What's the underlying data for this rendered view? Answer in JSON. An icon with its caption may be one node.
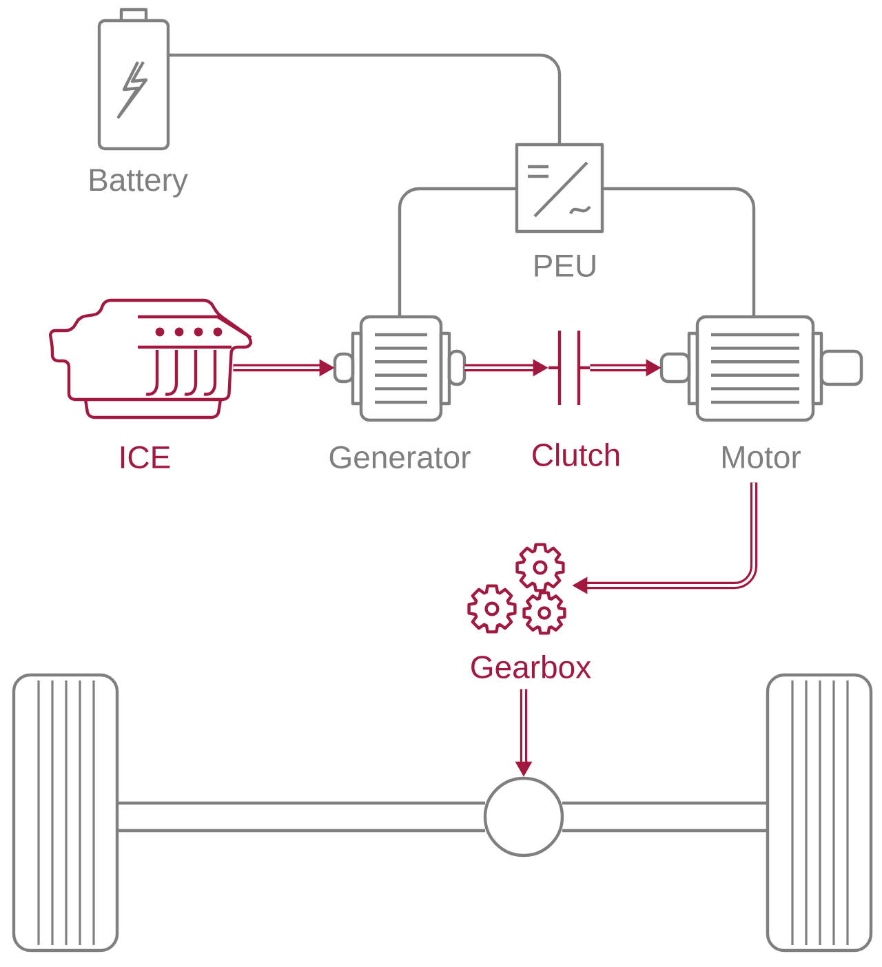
{
  "diagram": {
    "nodes": [
      {
        "text": [
          "Battery"
        ]
      },
      {
        "text": [
          "PEU"
        ]
      },
      {
        "text": [
          "ICE"
        ]
      },
      {
        "text": [
          "Generator"
        ]
      },
      {
        "text": [
          "Clutch"
        ]
      },
      {
        "text": [
          "Motor"
        ]
      },
      {
        "text": [
          "Gearbox"
        ]
      },
      {
        "text": [],
        "shape": "circle"
      }
    ],
    "edges": [
      {
        "from": 0,
        "to": 1,
        "arrow": "none",
        "color": "#7f7f7f"
      },
      {
        "from": 1,
        "to": 3,
        "arrow": "none",
        "color": "#7f7f7f"
      },
      {
        "from": 1,
        "to": 5,
        "arrow": "none",
        "color": "#7f7f7f"
      },
      {
        "from": 2,
        "to": 3,
        "arrow": "to"
      },
      {
        "from": 3,
        "to": 4,
        "arrow": "to"
      },
      {
        "from": 4,
        "to": 5,
        "arrow": "to"
      },
      {
        "from": 5,
        "to": 6,
        "arrow": "to"
      },
      {
        "from": 6,
        "to": 7,
        "arrow": "to"
      }
    ]
  }
}
